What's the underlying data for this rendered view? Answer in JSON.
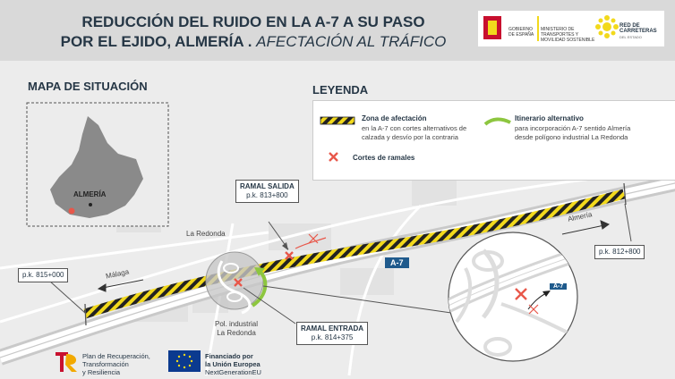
{
  "header": {
    "title_line1": "REDUCCIÓN DEL RUIDO EN LA A-7 A SU PASO",
    "title_line2_bold": "POR EL EJIDO, ALMERÍA .",
    "title_line2_italic": "AFECTACIÓN AL TRÁFICO",
    "gov_label": "GOBIERNO DE ESPAÑA",
    "ministry_label": "MINISTERIO DE TRANSPORTES Y MOVILIDAD SOSTENIBLE",
    "rce_label": "RED DE CARRETERAS",
    "rce_sub": "DEL ESTADO"
  },
  "situation": {
    "title": "MAPA DE SITUACIÓN",
    "city": "ALMERÍA"
  },
  "legend": {
    "title": "LEYENDA",
    "zone_title": "Zona de afectación",
    "zone_desc_1": "en la A-7 con cortes alternativos de",
    "zone_desc_2": "calzada y desvío por la contraria",
    "cuts_title": "Cortes de ramales",
    "alt_title": "Itinerario alternativo",
    "alt_desc_1": "para incorporación A-7 sentido Almería",
    "alt_desc_2": "desde polígono industrial La Redonda"
  },
  "map": {
    "ramal_salida_title": "RAMAL SALIDA",
    "ramal_salida_pk": "p.k. 813+800",
    "ramal_entrada_title": "RAMAL ENTRADA",
    "ramal_entrada_pk": "p.k. 814+375",
    "pk_left": "p.k. 815+000",
    "pk_right": "p.k. 812+800",
    "la_redonda": "La Redonda",
    "malaga": "Málaga",
    "almeria": "Almería",
    "pol_industrial": "Pol. industrial",
    "pol_name": "La Redonda",
    "road_badge": "A-7",
    "zoom_badge": "A-7"
  },
  "footer": {
    "recovery_1": "Plan de Recuperación,",
    "recovery_2": "Transformación",
    "recovery_3": "y Resiliencia",
    "eu_1": "Financiado por",
    "eu_2": "la Unión Europea",
    "eu_3": "NextGenerationEU"
  },
  "colors": {
    "title": "#263746",
    "hazard_yellow": "#f2d91c",
    "alternative_green": "#8dc63f",
    "cut_red": "#e8574a",
    "road_badge": "#1f5a8c"
  }
}
